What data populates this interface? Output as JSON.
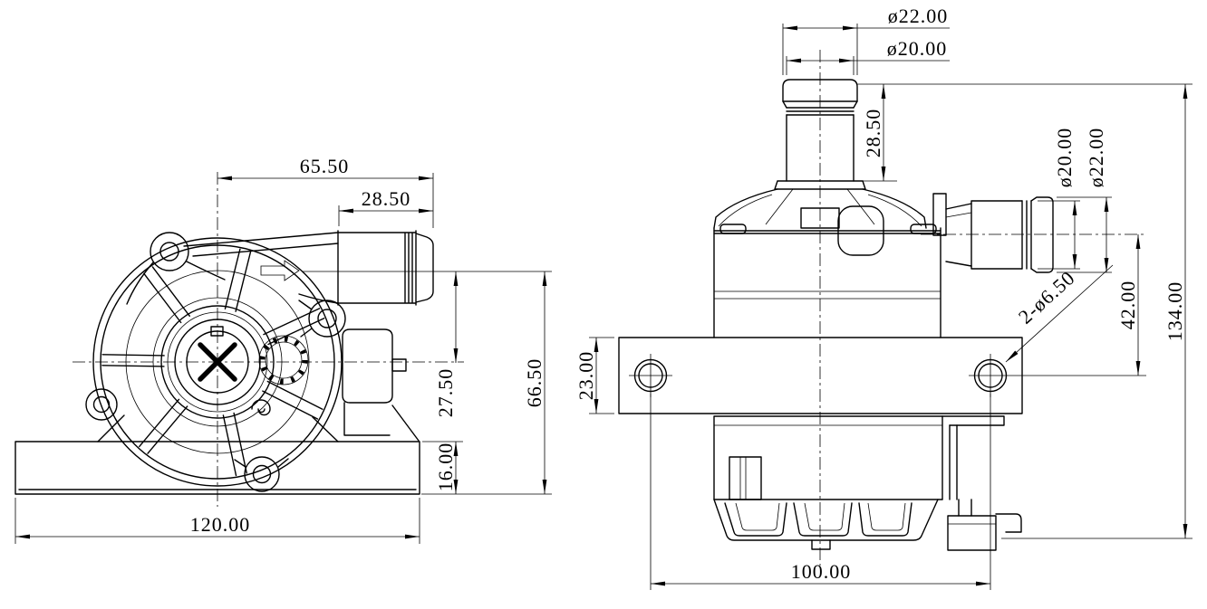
{
  "colors": {
    "background": "#ffffff",
    "lines": "#000000"
  },
  "front_view": {
    "dimensions": {
      "outlet_center_offset": "65.50",
      "outlet_barb_length": "28.50",
      "outlet_axis_to_base": "66.50",
      "outlet_axis_to_pump_axis": "27.50",
      "base_height": "16.00",
      "base_width": "120.00"
    }
  },
  "side_view": {
    "dimensions": {
      "inlet_port_od": "ø22.00",
      "inlet_port_id": "ø20.00",
      "inlet_port_height": "28.50",
      "outlet_port_id": "ø20.00",
      "outlet_port_od": "ø22.00",
      "outlet_axis_to_mount_axis": "42.00",
      "total_height": "134.00",
      "bracket_height": "23.00",
      "mount_hole_callout": "2-ø6.50",
      "mount_hole_spacing": "100.00"
    }
  }
}
